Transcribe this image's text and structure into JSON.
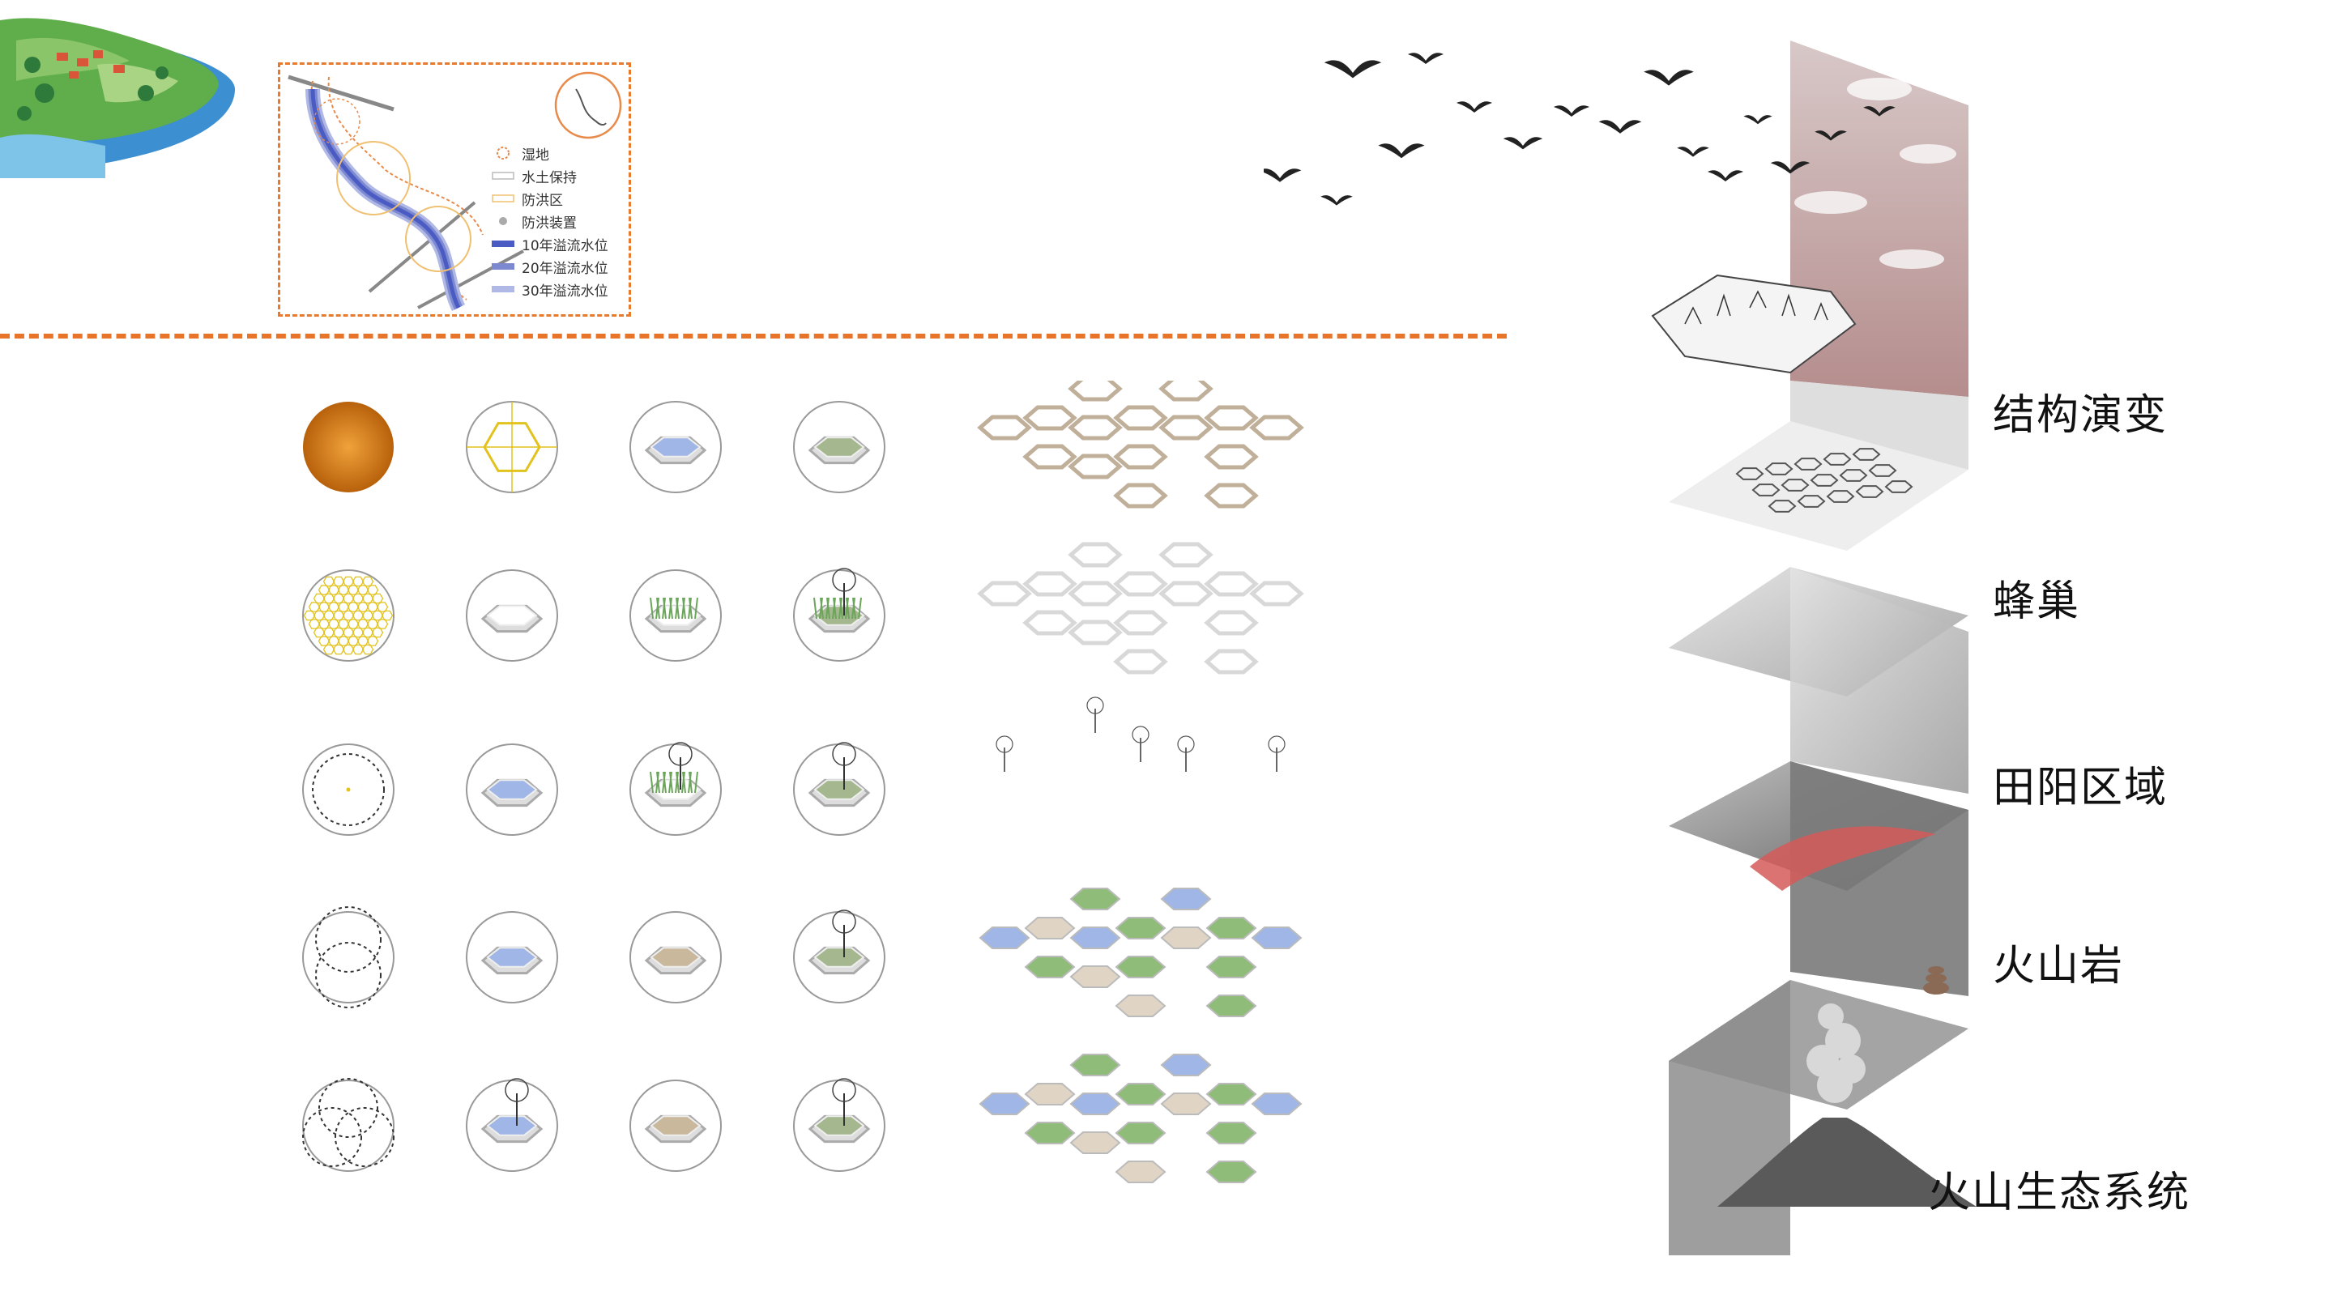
{
  "map": {
    "legend": [
      {
        "key": "wetland",
        "label": "湿地",
        "color": "#e88a4a"
      },
      {
        "key": "soil",
        "label": "水土保持",
        "color": "#bbbbbb"
      },
      {
        "key": "flood_zone",
        "label": "防洪区",
        "color": "#f0c070"
      },
      {
        "key": "flood_device",
        "label": "防洪装置",
        "color": "#aaaaaa"
      },
      {
        "key": "overflow10",
        "label": "10年溢流水位",
        "color": "#4a5bc4"
      },
      {
        "key": "overflow20",
        "label": "20年溢流水位",
        "color": "#7c88cf"
      },
      {
        "key": "overflow30",
        "label": "30年溢流水位",
        "color": "#b0b8e6"
      }
    ]
  },
  "layers": [
    {
      "label": "结构演变"
    },
    {
      "label": "蜂巢"
    },
    {
      "label": "田阳区域"
    },
    {
      "label": "火山岩"
    },
    {
      "label": "火山生态系统"
    }
  ],
  "colors": {
    "accent_orange": "#e8742a",
    "honeycomb_yellow": "#e2c21c",
    "water_blue": "#9fb6e6",
    "grass_green": "#6aa55a",
    "soil_tan": "#c9b89c",
    "sky_pink": "#c79c9c"
  }
}
